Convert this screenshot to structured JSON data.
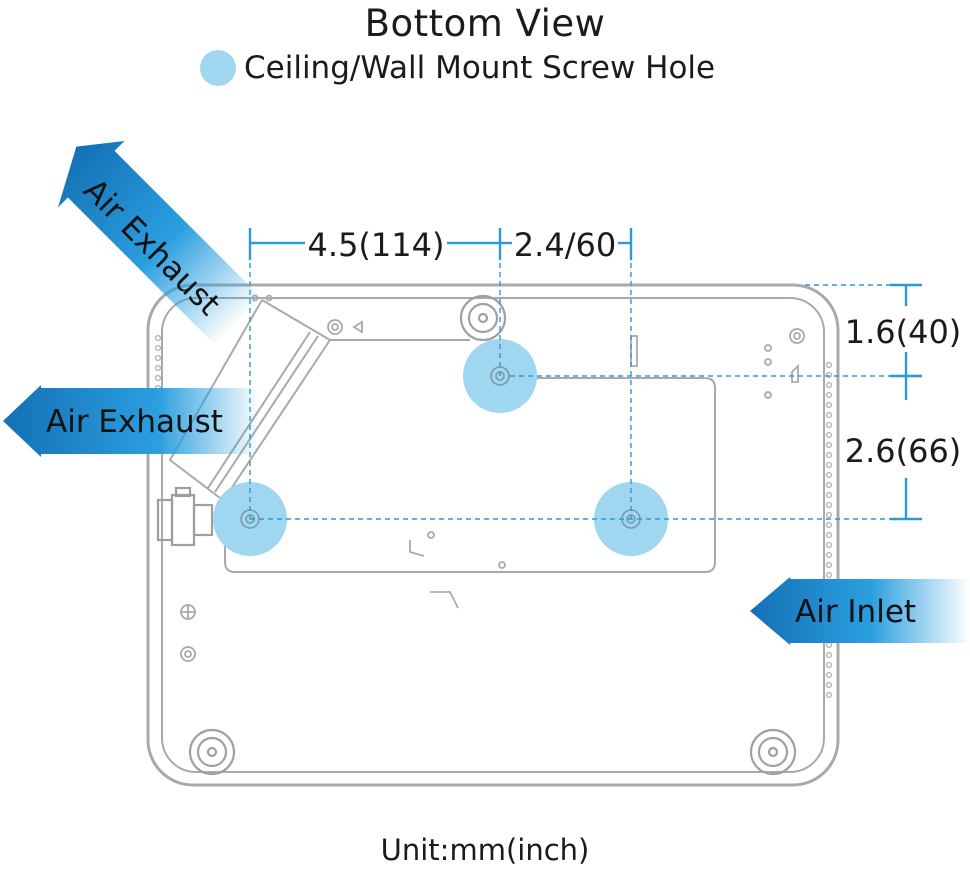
{
  "title": "Bottom View",
  "legend": {
    "label": "Ceiling/Wall Mount Screw Hole",
    "color": "#9fd6f0"
  },
  "dimensions": {
    "horizontal_left": "4.5(114)",
    "horizontal_right": "2.4/60",
    "vertical_top": "1.6(40)",
    "vertical_bottom": "2.6(66)"
  },
  "airflow": {
    "exhaust_diagonal": "Air Exhaust",
    "exhaust_left": "Air Exhaust",
    "inlet_right": "Air Inlet"
  },
  "unit_note": "Unit:mm(inch)",
  "colors": {
    "arrow_blue": "#2a9fe0",
    "arrow_dark": "#1470b5",
    "outline": "#a9a9a9",
    "dimension_line": "#2c9ad6"
  }
}
